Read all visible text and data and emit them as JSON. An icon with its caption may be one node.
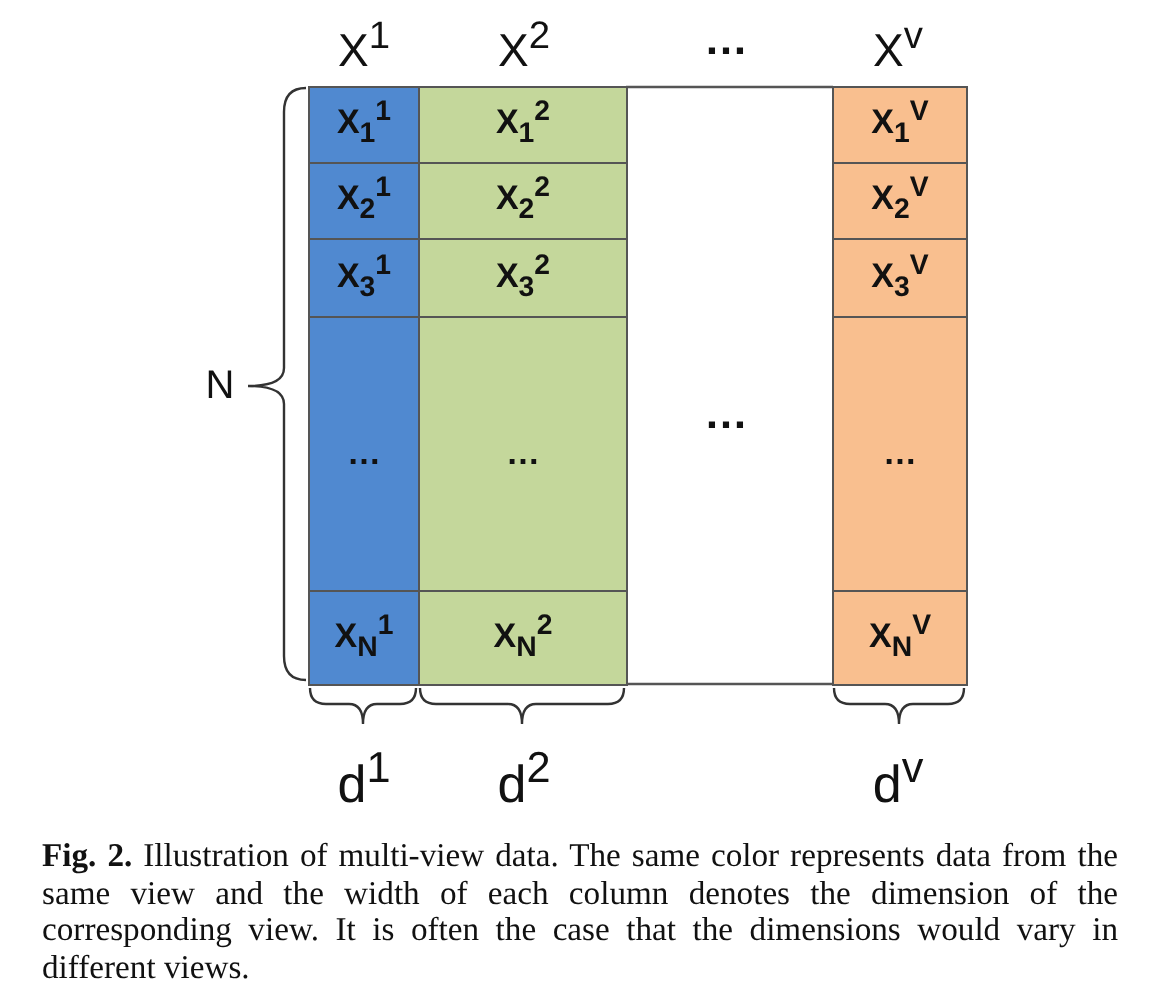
{
  "diagram": {
    "caption": "**Fig. 2.** Illustration of multi-view data. The same color represents data from the same view and the width of each column denotes the dimension of the corresponding view. It is often the case that the dimensions would vary in different views.",
    "nodes": [
      {
        "text": [
          "X$_{1}$$^{1}$"
        ]
      },
      {
        "text": [
          "X$_{1}$$^{2}$"
        ]
      },
      {
        "text": [
          "X$_{1}$$^{V}$"
        ]
      },
      {
        "text": [
          "X$_{2}$$^{1}$"
        ]
      },
      {
        "text": [
          "X$_{2}$$^{2}$"
        ]
      },
      {
        "text": [
          "X$_{2}$$^{V}$"
        ]
      },
      {
        "text": [
          "X$_{3}$$^{1}$"
        ]
      },
      {
        "text": [
          "X$_{3}$$^{2}$"
        ]
      },
      {
        "text": [
          "X$_{3}$$^{V}$"
        ]
      },
      {
        "text": [
          "…"
        ]
      },
      {
        "text": [
          "…"
        ]
      },
      {
        "text": [
          "…"
        ]
      },
      {
        "text": [
          "X$_{N}$$^{1}$"
        ]
      },
      {
        "text": [
          "X$_{N}$$^{2}$"
        ]
      },
      {
        "text": [
          "X$_{N}$$^{V}$"
        ]
      }
    ],
    "labels": [
      "X$^{1}$",
      "X$^{2}$",
      "…",
      "X$^{v}$",
      "N",
      "…",
      "d$^{1}$",
      "d$^{2}$",
      "d$^{v}$"
    ]
  }
}
